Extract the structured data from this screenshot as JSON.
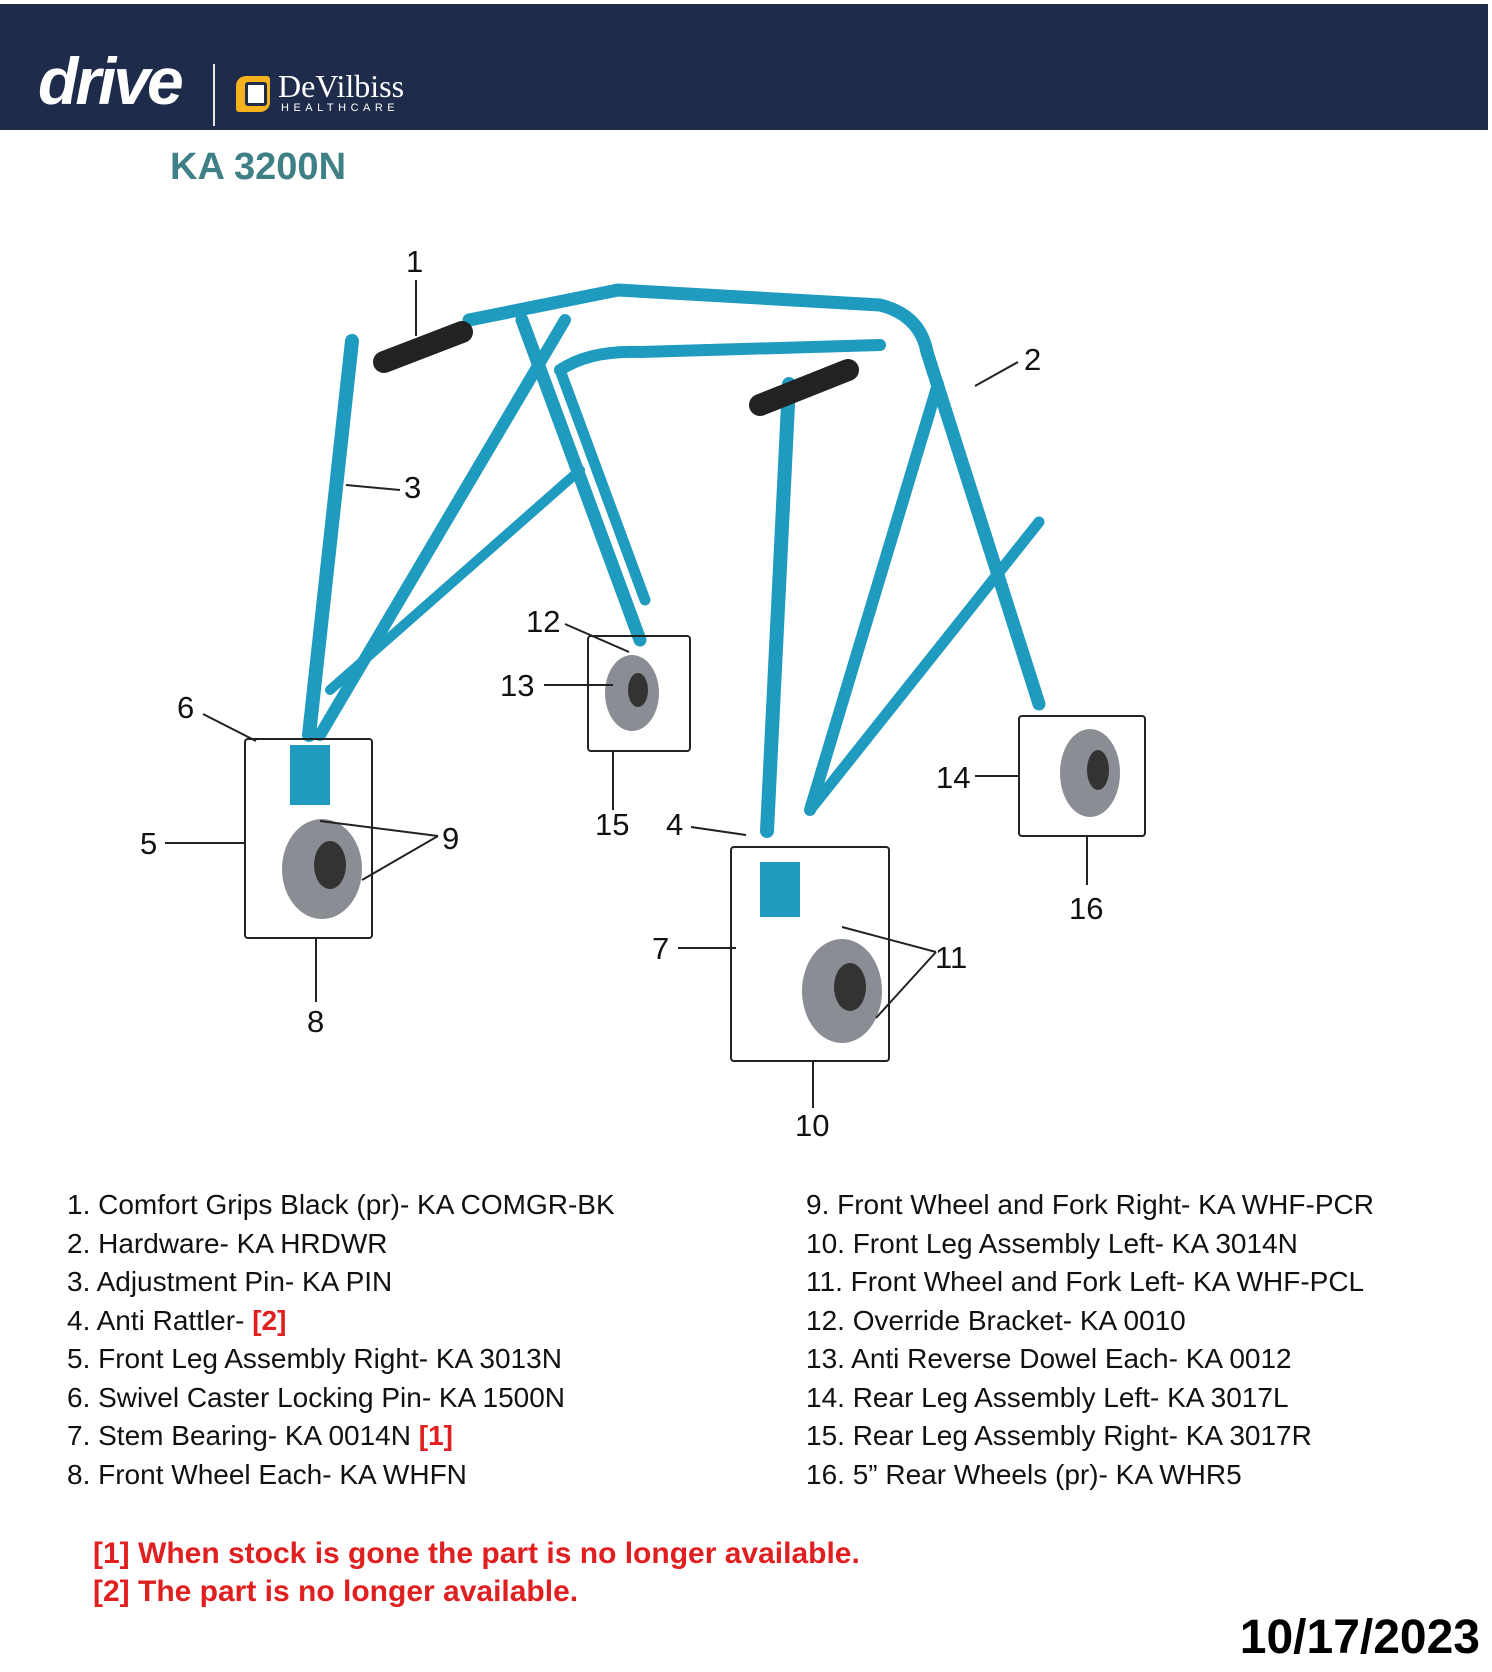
{
  "header": {
    "brand_drive": "drive",
    "brand_devilbiss": "DeVilbiss",
    "brand_devilbiss_sub": "HEALTHCARE",
    "background_color": "#1f2b4a"
  },
  "title": "KA 3200N",
  "diagram": {
    "callouts": [
      "1",
      "2",
      "3",
      "4",
      "5",
      "6",
      "7",
      "8",
      "9",
      "10",
      "11",
      "12",
      "13",
      "14",
      "15",
      "16"
    ]
  },
  "parts_left": [
    {
      "text": "1. Comfort Grips Black (pr)- KA COMGR-BK",
      "note": ""
    },
    {
      "text": "2. Hardware- KA HRDWR",
      "note": ""
    },
    {
      "text": "3. Adjustment Pin- KA PIN",
      "note": ""
    },
    {
      "text": "4. Anti Rattler- ",
      "note": "[2]"
    },
    {
      "text": "5. Front Leg Assembly Right- KA 3013N",
      "note": ""
    },
    {
      "text": "6. Swivel Caster Locking Pin- KA 1500N",
      "note": ""
    },
    {
      "text": "7. Stem Bearing- KA 0014N ",
      "note": "[1]"
    },
    {
      "text": "8. Front Wheel Each- KA WHFN",
      "note": ""
    }
  ],
  "parts_right": [
    {
      "text": "9. Front Wheel and Fork Right- KA WHF-PCR"
    },
    {
      "text": "10. Front Leg Assembly Left- KA 3014N"
    },
    {
      "text": "11. Front Wheel and Fork Left- KA WHF-PCL"
    },
    {
      "text": "12. Override Bracket- KA 0010"
    },
    {
      "text": "13. Anti Reverse Dowel Each- KA 0012"
    },
    {
      "text": "14. Rear Leg Assembly Left- KA 3017L"
    },
    {
      "text": "15. Rear Leg Assembly Right- KA 3017R"
    },
    {
      "text": "16. 5” Rear Wheels (pr)- KA WHR5"
    }
  ],
  "notes": [
    "[1] When stock is gone the part is no longer available.",
    "[2] The part is no longer available."
  ],
  "date": "10/17/2023",
  "colors": {
    "title": "#3f7f86",
    "frame": "#1e9bbf",
    "note_red": "#e02020"
  }
}
